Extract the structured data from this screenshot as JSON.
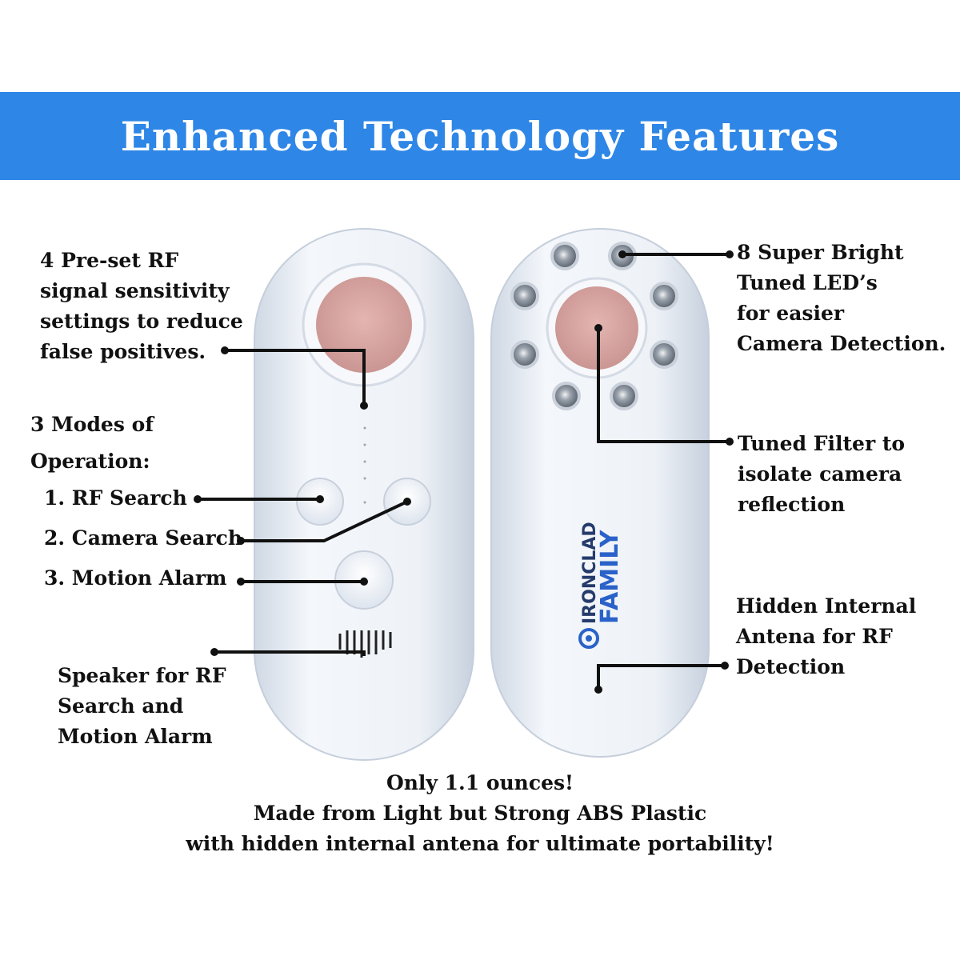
{
  "banner": {
    "title": "Enhanced Technology Features",
    "color": "#2e86e6"
  },
  "callouts": {
    "rf_sensitivity": "4 Pre-set RF\nsignal sensitivity\nsettings to reduce\nfalse positives.",
    "modes_heading": "3 Modes of\nOperation:",
    "mode_rf_search": "1. RF Search",
    "mode_camera_search": "2. Camera Search",
    "mode_motion_alarm": "3. Motion Alarm",
    "speaker": "Speaker for RF\nSearch and\nMotion Alarm",
    "leds": "8 Super Bright\nTuned LED’s\nfor easier\nCamera Detection.",
    "filter": "Tuned Filter to\nisolate camera\nreflection",
    "antenna": "Hidden Internal\nAntena for RF\nDetection"
  },
  "device": {
    "brand_line1": "IRONCLAD",
    "brand_line2": "FAMILY",
    "body_color": "#e9eef5",
    "lens_color": "#d9a6a3",
    "brand_color": "#2a62c9"
  },
  "footer": {
    "line1": "Only 1.1 ounces!",
    "line2": "Made from Light but Strong ABS Plastic",
    "line3": "with hidden internal antena for ultimate portability!"
  }
}
